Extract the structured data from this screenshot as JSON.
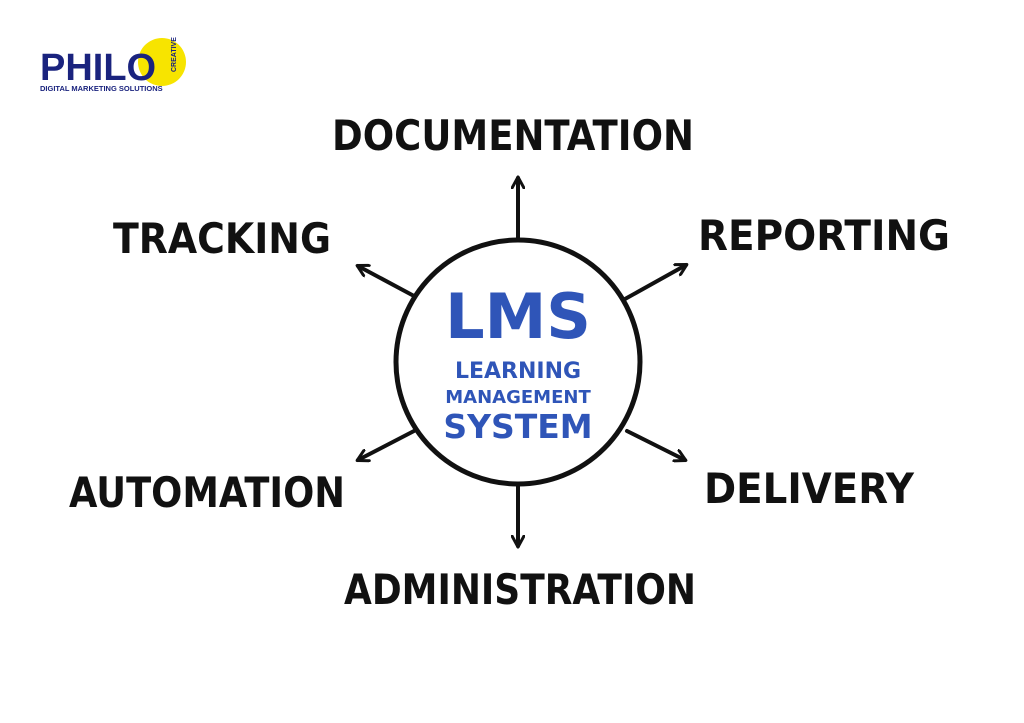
{
  "logo": {
    "word": "PHILO",
    "badge_text": "CREATIVE",
    "tagline": "DIGITAL MARKETING SOLUTIONS",
    "word_color": "#1a237e",
    "badge_color": "#f7e400"
  },
  "center": {
    "title": "LMS",
    "subtitle_lines": [
      "LEARNING",
      "MANAGEMENT",
      "SYSTEM"
    ],
    "text_color": "#2f55b8"
  },
  "nodes": [
    {
      "id": "documentation",
      "label": "DOCUMENTATION"
    },
    {
      "id": "reporting",
      "label": "REPORTING"
    },
    {
      "id": "delivery",
      "label": "DELIVERY"
    },
    {
      "id": "administration",
      "label": "ADMINISTRATION"
    },
    {
      "id": "automation",
      "label": "AUTOMATION"
    },
    {
      "id": "tracking",
      "label": "TRACKING"
    }
  ],
  "colors": {
    "ink": "#111111",
    "background": "#ffffff"
  }
}
